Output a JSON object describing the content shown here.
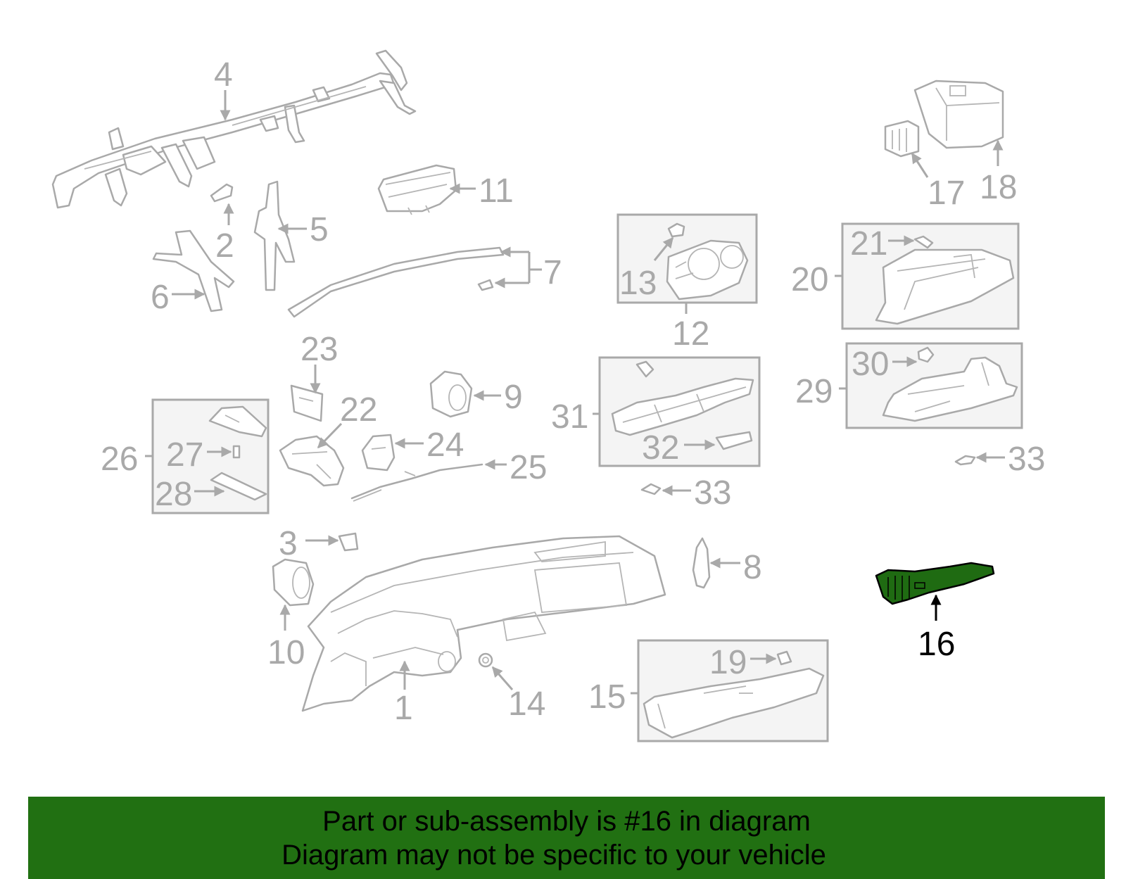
{
  "diagram": {
    "highlight_color": "#1f6b12",
    "part_color": "#a9a9a9",
    "highlighted_part": "16",
    "labels": {
      "p1": "1",
      "p2": "2",
      "p3": "3",
      "p4": "4",
      "p5": "5",
      "p6": "6",
      "p7": "7",
      "p8": "8",
      "p9": "9",
      "p10": "10",
      "p11": "11",
      "p12": "12",
      "p13": "13",
      "p14": "14",
      "p15": "15",
      "p16": "16",
      "p17": "17",
      "p18": "18",
      "p19": "19",
      "p20": "20",
      "p21": "21",
      "p22": "22",
      "p23": "23",
      "p24": "24",
      "p25": "25",
      "p26": "26",
      "p27": "27",
      "p28": "28",
      "p29": "29",
      "p30": "30",
      "p31": "31",
      "p32": "32",
      "p33a": "33",
      "p33b": "33"
    }
  },
  "banner": {
    "background": "#217012",
    "line1": "Part or sub-assembly is #16 in diagram",
    "line2": "Diagram may not be specific to your vehicle"
  }
}
